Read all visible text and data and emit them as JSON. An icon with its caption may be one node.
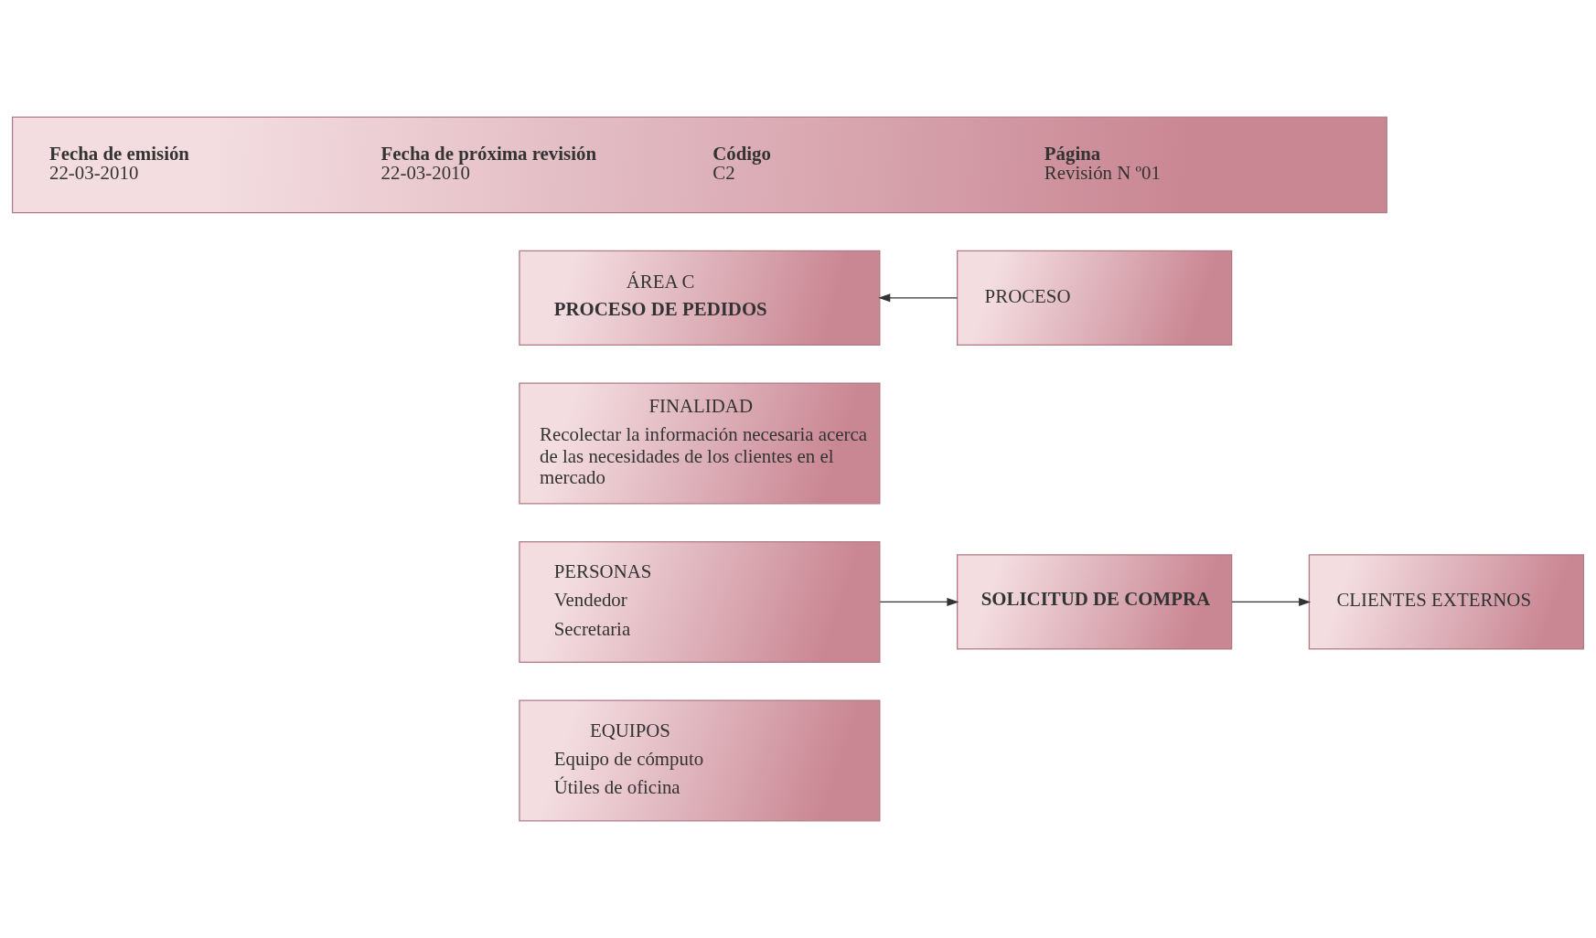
{
  "diagram": {
    "nodes": [
      {
        "text": [
          "Fecha de emisión",
          "22-03-2010",
          "Fecha de próxima revisión",
          "22-03-2010",
          "Código",
          "C2",
          "Página",
          "Revisión N º01"
        ]
      },
      {
        "text": [
          "ÁREA C",
          "PROCESO DE PEDIDOS"
        ]
      },
      {
        "text": [
          "PROCESO"
        ]
      },
      {
        "text": [
          "FINALIDAD",
          "Recolectar la información necesaria acerca de las necesidades de los clientes en el mercado"
        ]
      },
      {
        "text": [
          "PERSONAS",
          "Vendedor",
          "Secretaria"
        ]
      },
      {
        "text": [
          "SOLICITUD DE COMPRA"
        ]
      },
      {
        "text": [
          "CLIENTES EXTERNOS"
        ]
      },
      {
        "text": [
          "EQUIPOS",
          "Equipo de cómputo",
          "Útiles de oficina"
        ]
      }
    ],
    "edges": [
      {
        "from": 2,
        "to": 1,
        "arrow": "to"
      },
      {
        "from": 4,
        "to": 5,
        "arrow": "to"
      },
      {
        "from": 5,
        "to": 6,
        "arrow": "to"
      }
    ]
  }
}
